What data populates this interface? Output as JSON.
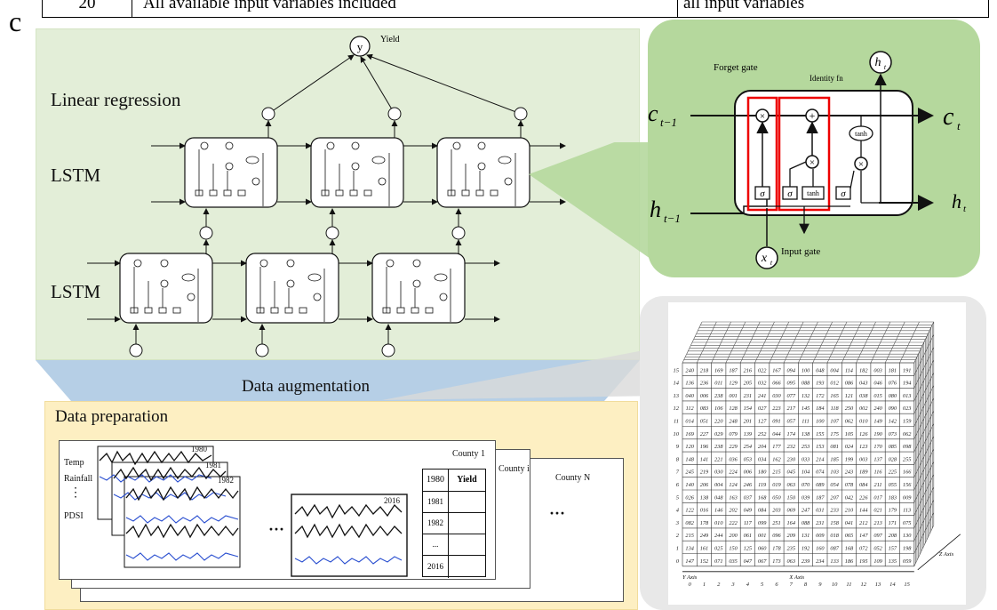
{
  "table_row": {
    "index": "20",
    "description": "All available input variables included",
    "variables": "all input variables"
  },
  "panel_label": "c",
  "left_panel": {
    "linear_regression": "Linear regression",
    "lstm_upper": "LSTM",
    "lstm_lower": "LSTM",
    "output_node": "y",
    "output_label": "Yield"
  },
  "data_augmentation": "Data augmentation",
  "data_preparation": {
    "title": "Data preparation",
    "row_labels": [
      "Temp",
      "Rainfall",
      "⋮",
      "PDSI"
    ],
    "years": [
      "1980",
      "1981",
      "1982",
      "2016"
    ],
    "counties": [
      "County 1",
      "County i",
      "County N"
    ],
    "table_header": [
      "1980",
      "Yield"
    ],
    "table_rows": [
      "1981",
      "1982",
      "...",
      "2016"
    ],
    "ellipsis": "···"
  },
  "lstm_cell": {
    "forget_gate": "Forget gate",
    "identity_fn": "Identity fn",
    "input_gate": "Input gate",
    "c_prev": "c",
    "c_prev_sub": "t−1",
    "c_next": "c",
    "c_next_sub": "t",
    "h_prev": "h",
    "h_prev_sub": "t−1",
    "h_next": "h",
    "h_next_sub": "t",
    "h_top": "h",
    "h_top_sub": "t",
    "x_in": "x",
    "x_in_sub": "t",
    "tanh": "tanh",
    "sigma": "σ"
  },
  "cube": {
    "y_axis_label": "Y Axis",
    "x_axis_label": "X Axis",
    "z_axis_label": "Z Axis",
    "y_ticks": [
      "15",
      "14",
      "13",
      "12",
      "11",
      "10",
      "9",
      "8",
      "7",
      "6",
      "5",
      "4",
      "3",
      "2",
      "1",
      "0"
    ],
    "x_ticks": [
      "0",
      "1",
      "2",
      "3",
      "4",
      "5",
      "6",
      "7",
      "8",
      "9",
      "10",
      "11",
      "12",
      "13",
      "14",
      "15"
    ],
    "cell_values": [
      [
        "240",
        "218",
        "169",
        "187",
        "216",
        "022",
        "167",
        "094",
        "100",
        "048",
        "004",
        "114",
        "182",
        "003",
        "181",
        "191"
      ],
      [
        "136",
        "236",
        "011",
        "129",
        "205",
        "032",
        "066",
        "095",
        "088",
        "193",
        "012",
        "086",
        "043",
        "046",
        "076",
        "194"
      ],
      [
        "040",
        "006",
        "238",
        "001",
        "231",
        "241",
        "030",
        "077",
        "132",
        "172",
        "165",
        "121",
        "038",
        "015",
        "080",
        "013"
      ],
      [
        "112",
        "083",
        "106",
        "128",
        "154",
        "027",
        "223",
        "217",
        "145",
        "184",
        "118",
        "250",
        "002",
        "240",
        "090",
        "023"
      ],
      [
        "014",
        "051",
        "220",
        "248",
        "201",
        "127",
        "091",
        "057",
        "111",
        "100",
        "107",
        "062",
        "010",
        "149",
        "142",
        "159"
      ],
      [
        "169",
        "227",
        "029",
        "079",
        "139",
        "252",
        "044",
        "174",
        "138",
        "155",
        "175",
        "105",
        "126",
        "190",
        "073",
        "062"
      ],
      [
        "120",
        "196",
        "238",
        "229",
        "254",
        "204",
        "177",
        "232",
        "253",
        "153",
        "081",
        "024",
        "123",
        "170",
        "085",
        "098"
      ],
      [
        "148",
        "141",
        "221",
        "036",
        "053",
        "034",
        "162",
        "230",
        "033",
        "214",
        "185",
        "199",
        "003",
        "137",
        "028",
        "255"
      ],
      [
        "245",
        "219",
        "030",
        "224",
        "006",
        "180",
        "215",
        "045",
        "104",
        "074",
        "103",
        "243",
        "189",
        "116",
        "225",
        "166"
      ],
      [
        "140",
        "206",
        "004",
        "124",
        "246",
        "119",
        "019",
        "063",
        "070",
        "089",
        "054",
        "078",
        "084",
        "211",
        "055",
        "156"
      ],
      [
        "026",
        "138",
        "048",
        "163",
        "037",
        "168",
        "050",
        "150",
        "039",
        "187",
        "207",
        "042",
        "226",
        "017",
        "183",
        "009"
      ],
      [
        "122",
        "016",
        "146",
        "202",
        "049",
        "084",
        "203",
        "069",
        "247",
        "031",
        "233",
        "210",
        "144",
        "021",
        "179",
        "113"
      ],
      [
        "082",
        "178",
        "010",
        "222",
        "117",
        "099",
        "251",
        "164",
        "088",
        "231",
        "158",
        "041",
        "212",
        "213",
        "171",
        "075"
      ],
      [
        "215",
        "249",
        "244",
        "200",
        "061",
        "001",
        "096",
        "209",
        "131",
        "009",
        "018",
        "065",
        "147",
        "097",
        "208",
        "130"
      ],
      [
        "134",
        "161",
        "025",
        "150",
        "125",
        "060",
        "178",
        "235",
        "192",
        "160",
        "087",
        "168",
        "072",
        "052",
        "157",
        "198"
      ],
      [
        "147",
        "152",
        "071",
        "035",
        "047",
        "067",
        "173",
        "063",
        "239",
        "234",
        "133",
        "186",
        "195",
        "109",
        "135",
        "059"
      ]
    ]
  }
}
